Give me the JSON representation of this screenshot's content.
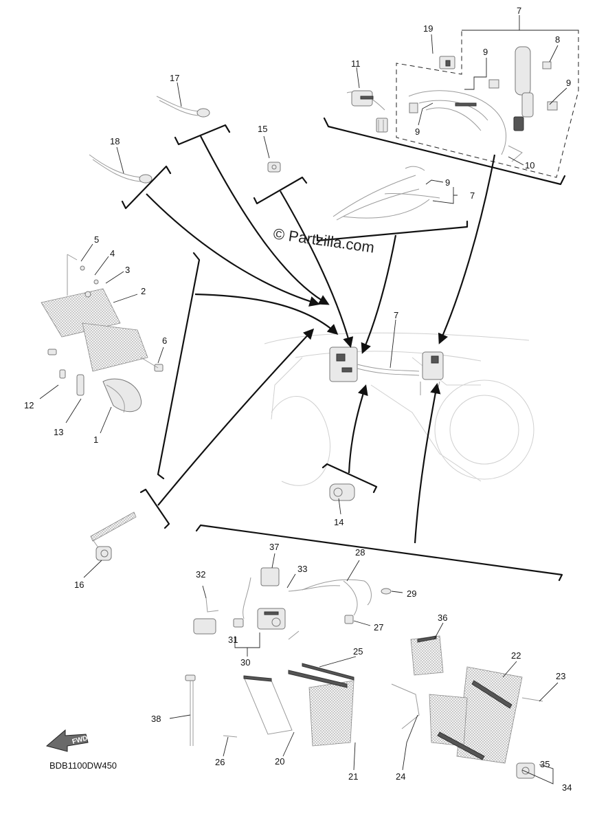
{
  "watermark": "© Partzilla.com",
  "diagram_code": "BDB1100DW450",
  "fwd_label": "FWD",
  "callouts": {
    "c1": "1",
    "c2": "2",
    "c3": "3",
    "c4": "4",
    "c5": "5",
    "c6": "6",
    "c7_top": "7",
    "c7_mid": "7",
    "c7_center": "7",
    "c8": "8",
    "c9_a": "9",
    "c9_b": "9",
    "c9_c": "9",
    "c9_mid": "9",
    "c10": "10",
    "c11": "11",
    "c12": "12",
    "c13": "13",
    "c14": "14",
    "c15": "15",
    "c16": "16",
    "c17": "17",
    "c18": "18",
    "c19": "19",
    "c20": "20",
    "c21": "21",
    "c22": "22",
    "c23": "23",
    "c24": "24",
    "c25": "25",
    "c26": "26",
    "c27": "27",
    "c28": "28",
    "c29": "29",
    "c30": "30",
    "c31": "31",
    "c32": "32",
    "c33": "33",
    "c34": "34",
    "c35": "35",
    "c36": "36",
    "c37": "37",
    "c38": "38"
  }
}
